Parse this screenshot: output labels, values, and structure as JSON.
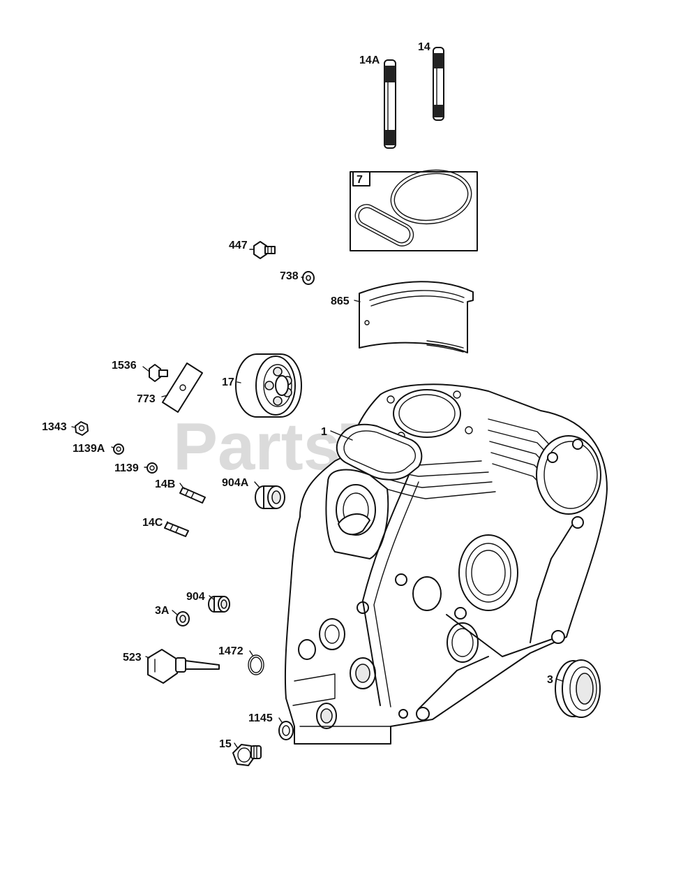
{
  "watermark": "PartsTree",
  "callouts": {
    "c14A": "14A",
    "c14": "14",
    "c7": "7",
    "c447": "447",
    "c738": "738",
    "c865": "865",
    "c1536": "1536",
    "c773": "773",
    "c17": "17",
    "c1": "1",
    "c1343": "1343",
    "c1139A": "1139A",
    "c1139": "1139",
    "c14B": "14B",
    "c904A": "904A",
    "c14C": "14C",
    "c904": "904",
    "c3A": "3A",
    "c523": "523",
    "c1472": "1472",
    "c3": "3",
    "c1145": "1145",
    "c15": "15"
  }
}
